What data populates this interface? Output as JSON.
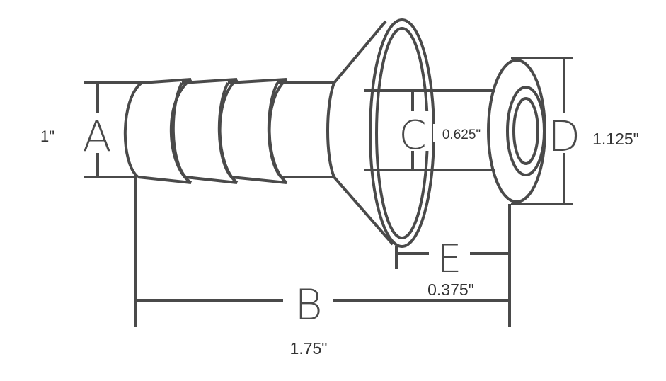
{
  "colors": {
    "stroke": "#4a4a4a",
    "text": "#333333",
    "background": "#ffffff"
  },
  "labels": {
    "a": {
      "letter": "A",
      "value": "1\""
    },
    "b": {
      "letter": "B",
      "value": "1.75\""
    },
    "c": {
      "letter": "C",
      "value": "0.625\""
    },
    "d": {
      "letter": "D",
      "value": "1.125\""
    },
    "e": {
      "letter": "E",
      "value": "0.375\""
    }
  }
}
